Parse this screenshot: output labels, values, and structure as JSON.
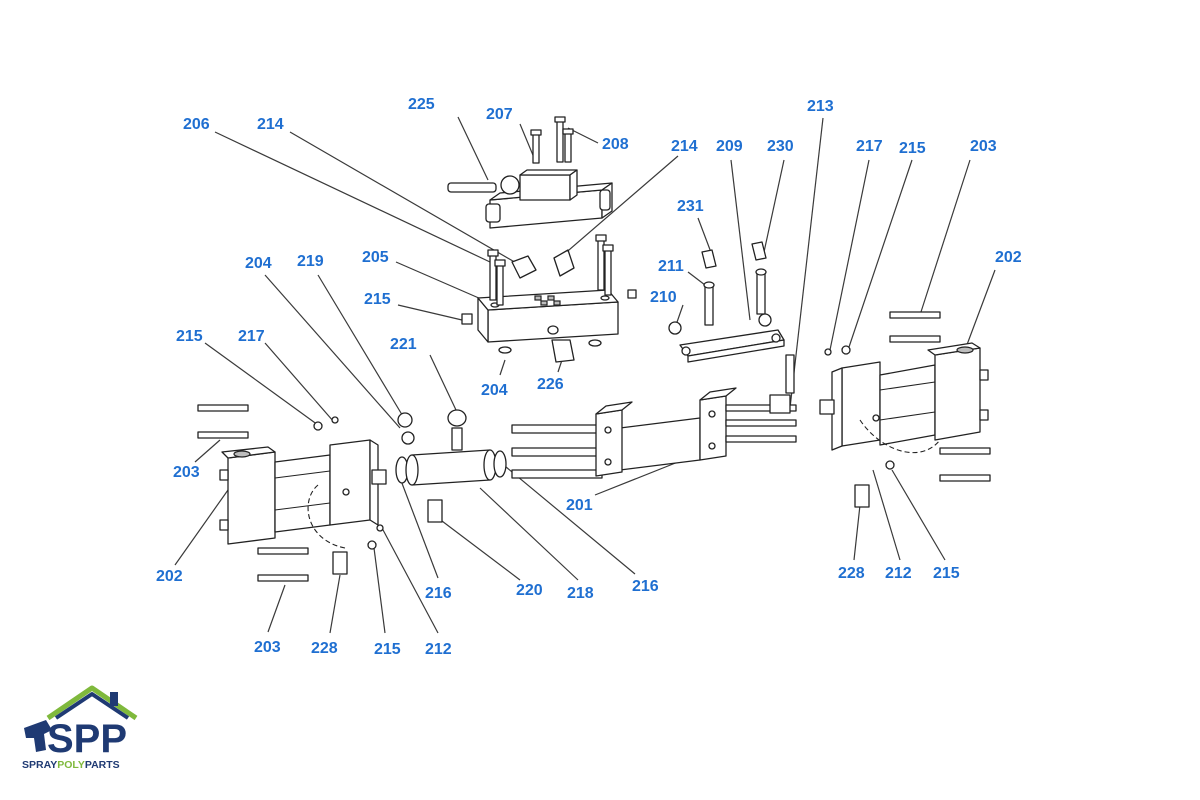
{
  "diagram": {
    "type": "exploded parts diagram",
    "colors": {
      "callout": "#1f6fd1",
      "line": "#222222",
      "logo_navy": "#1f3a73",
      "logo_green": "#7fb93c"
    },
    "callouts": [
      {
        "id": "c225",
        "label": "225"
      },
      {
        "id": "c207",
        "label": "207"
      },
      {
        "id": "c208",
        "label": "208"
      },
      {
        "id": "c206",
        "label": "206"
      },
      {
        "id": "c214a",
        "label": "214"
      },
      {
        "id": "c214b",
        "label": "214"
      },
      {
        "id": "c209",
        "label": "209"
      },
      {
        "id": "c230",
        "label": "230"
      },
      {
        "id": "c213",
        "label": "213"
      },
      {
        "id": "c217a",
        "label": "217"
      },
      {
        "id": "c215a",
        "label": "215"
      },
      {
        "id": "c203a",
        "label": "203"
      },
      {
        "id": "c231",
        "label": "231"
      },
      {
        "id": "c202a",
        "label": "202"
      },
      {
        "id": "c204a",
        "label": "204"
      },
      {
        "id": "c219",
        "label": "219"
      },
      {
        "id": "c205",
        "label": "205"
      },
      {
        "id": "c211",
        "label": "211"
      },
      {
        "id": "c210",
        "label": "210"
      },
      {
        "id": "c215b",
        "label": "215"
      },
      {
        "id": "c215c",
        "label": "215"
      },
      {
        "id": "c217b",
        "label": "217"
      },
      {
        "id": "c221",
        "label": "221"
      },
      {
        "id": "c204b",
        "label": "204"
      },
      {
        "id": "c226",
        "label": "226"
      },
      {
        "id": "c203b",
        "label": "203"
      },
      {
        "id": "c201",
        "label": "201"
      },
      {
        "id": "c202b",
        "label": "202"
      },
      {
        "id": "c228a",
        "label": "228"
      },
      {
        "id": "c212a",
        "label": "212"
      },
      {
        "id": "c215d",
        "label": "215"
      },
      {
        "id": "c220",
        "label": "220"
      },
      {
        "id": "c216a",
        "label": "216"
      },
      {
        "id": "c218",
        "label": "218"
      },
      {
        "id": "c216b",
        "label": "216"
      },
      {
        "id": "c203c",
        "label": "203"
      },
      {
        "id": "c228b",
        "label": "228"
      },
      {
        "id": "c215e",
        "label": "215"
      },
      {
        "id": "c212b",
        "label": "212"
      }
    ]
  },
  "logo": {
    "brand": "SPP",
    "tagline_part1": "SPRAY",
    "tagline_part2": "POLY",
    "tagline_part3": "PARTS"
  }
}
